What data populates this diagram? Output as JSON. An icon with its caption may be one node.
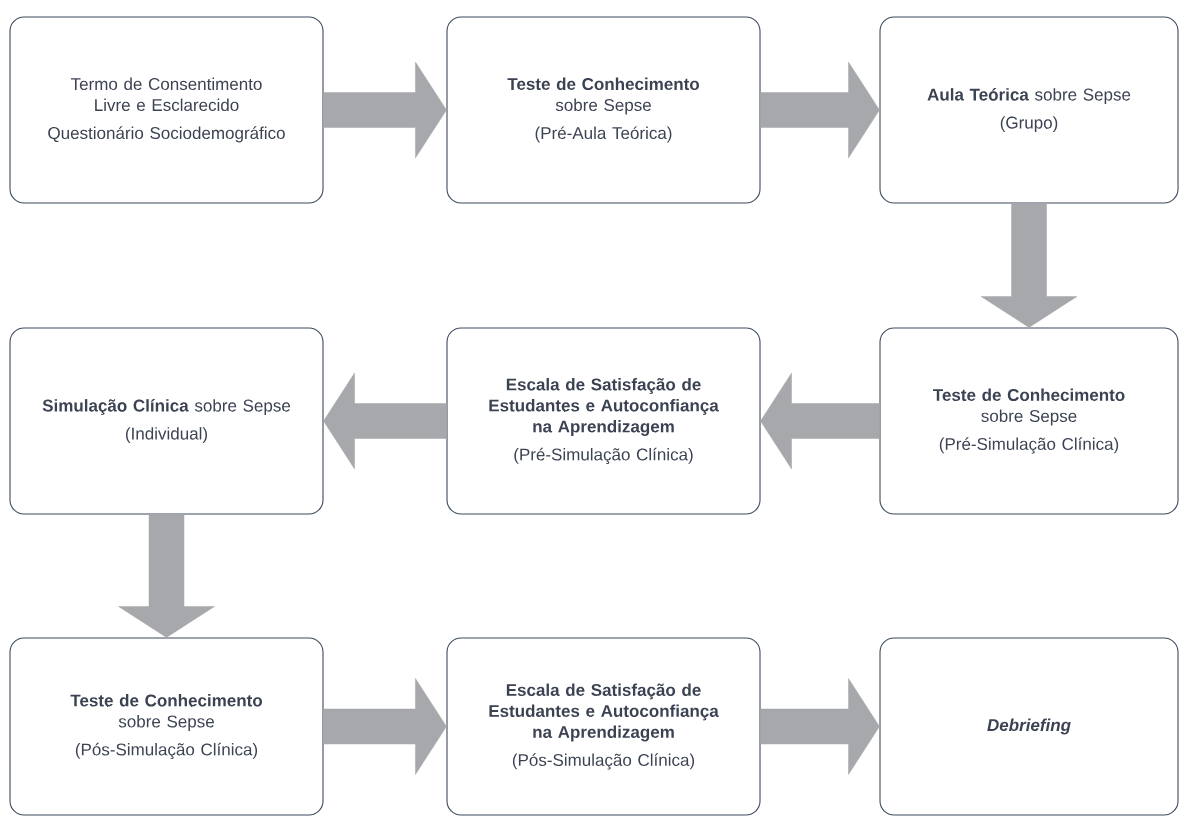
{
  "diagram": {
    "nodes": [
      {
        "text": [
          "Termo de Consentimento Livre e Esclarecido",
          "Questionário Sociodemográfico"
        ]
      },
      {
        "text": [
          "**Teste de Conhecimento** sobre Sepse",
          "(Pré-Aula Teórica)"
        ]
      },
      {
        "text": [
          "**Aula Teórica** sobre Sepse",
          "(Grupo)"
        ]
      },
      {
        "text": [
          "**Teste de Conhecimento** sobre Sepse",
          "(Pré-Simulação Clínica)"
        ]
      },
      {
        "text": [
          "Escala de Satisfação de Estudantes e Autoconfiança na Aprendizagem",
          "(Pré-Simulação Clínica)"
        ]
      },
      {
        "text": [
          "**Simulação Clínica** sobre Sepse",
          "(Individual)"
        ]
      },
      {
        "text": [
          "**Teste de Conhecimento** sobre Sepse",
          "(Pós-Simulação Clínica)"
        ]
      },
      {
        "text": [
          "Escala de Satisfação de Estudantes e Autoconfiança na Aprendizagem",
          "(Pós-Simulação Clínica)"
        ]
      },
      {
        "text": [
          "Debriefing"
        ]
      }
    ],
    "edges": [
      {
        "from": 0,
        "to": 1,
        "arrow": "to"
      },
      {
        "from": 1,
        "to": 2,
        "arrow": "to"
      },
      {
        "from": 2,
        "to": 3,
        "arrow": "to"
      },
      {
        "from": 3,
        "to": 4,
        "arrow": "to"
      },
      {
        "from": 4,
        "to": 5,
        "arrow": "to"
      },
      {
        "from": 5,
        "to": 6,
        "arrow": "to"
      },
      {
        "from": 6,
        "to": 7,
        "arrow": "to"
      },
      {
        "from": 7,
        "to": 8,
        "arrow": "to"
      }
    ]
  }
}
